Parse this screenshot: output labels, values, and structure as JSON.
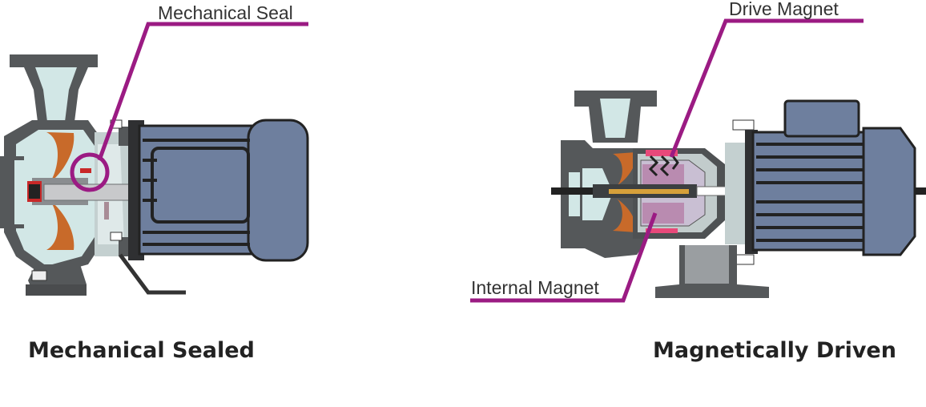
{
  "labels": {
    "mechanical_seal": "Mechanical Seal",
    "drive_magnet": "Drive Magnet",
    "internal_magnet": "Internal Magnet"
  },
  "captions": {
    "left": "Mechanical Sealed",
    "right": "Magnetically Driven"
  },
  "colors": {
    "casing": "#55585a",
    "fluid": "#d2e7e6",
    "impeller": "#c86a2a",
    "motor": "#6e7f9e",
    "callout": "#9b1b83",
    "magnet": "#e8497a",
    "can": "#c9bfd3"
  }
}
